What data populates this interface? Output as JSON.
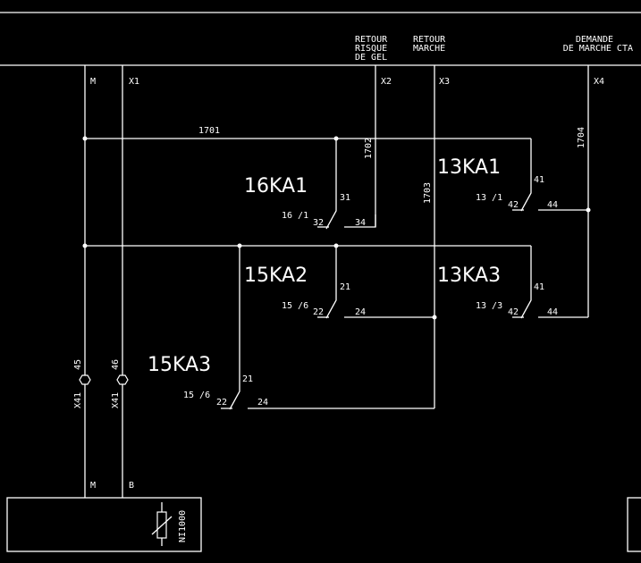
{
  "headers": {
    "retour_risque_gel": [
      "RETOUR",
      "RISQUE",
      "DE GEL"
    ],
    "retour_marche": [
      "RETOUR",
      "MARCHE"
    ],
    "demande_marche": [
      "DEMANDE",
      "DE MARCHE CTA"
    ]
  },
  "columns": {
    "m": "M",
    "x1": "X1",
    "x2": "X2",
    "x3": "X3",
    "x4": "X4"
  },
  "wires": {
    "w1701": "1701",
    "w1702": "1702",
    "w1703": "1703",
    "w1704": "1704"
  },
  "relays": [
    {
      "name": "16KA1",
      "ref": "16 /1",
      "common": "31",
      "nc": "32",
      "no": "34"
    },
    {
      "name": "13KA1",
      "ref": "13 /1",
      "common": "41",
      "nc": "42",
      "no": "44"
    },
    {
      "name": "15KA2",
      "ref": "15 /6",
      "common": "21",
      "nc": "22",
      "no": "24"
    },
    {
      "name": "13KA3",
      "ref": "13 /3",
      "common": "41",
      "nc": "42",
      "no": "44"
    },
    {
      "name": "15KA3",
      "ref": "15 /6",
      "common": "21",
      "nc": "22",
      "no": "24"
    }
  ],
  "terminals": [
    {
      "num": "45",
      "strip": "X41"
    },
    {
      "num": "46",
      "strip": "X41"
    }
  ],
  "sensor": {
    "pin_m": "M",
    "pin_b": "B",
    "type": "NI1000"
  }
}
